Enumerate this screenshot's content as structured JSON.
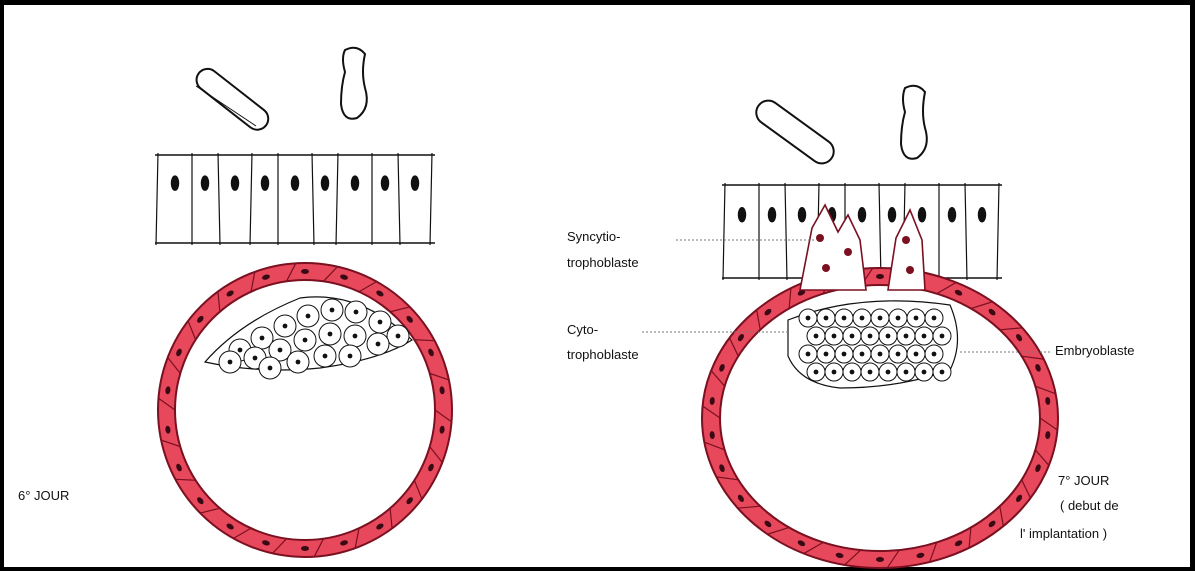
{
  "colors": {
    "trophoblast_fill": "#e8485c",
    "trophoblast_stroke": "#7a1020",
    "nucleus": "#3a0a14",
    "ink": "#111111",
    "leader": "#777777"
  },
  "left_figure": {
    "day_label": "6° JOUR"
  },
  "right_figure": {
    "day_label": "7° JOUR",
    "day_note_line1": "( debut de",
    "day_note_line2": "l' implantation )",
    "labels": {
      "syncytio_line1": "Syncytio-",
      "syncytio_line2": "trophoblaste",
      "cyto_line1": "Cyto-",
      "cyto_line2": "trophoblaste",
      "embryoblast": "Embryoblaste"
    }
  }
}
